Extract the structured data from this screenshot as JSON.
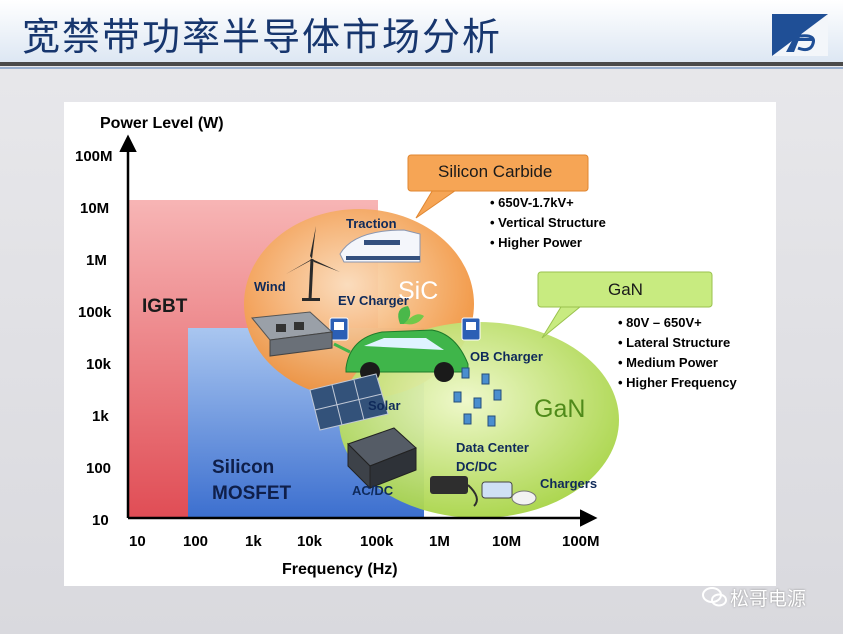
{
  "page_title": "宽禁带功率半导体市场分析",
  "y_axis": {
    "label": "Power Level (W)",
    "ticks": [
      "100M",
      "10M",
      "1M",
      "100k",
      "10k",
      "1k",
      "100",
      "10"
    ]
  },
  "x_axis": {
    "label": "Frequency (Hz)",
    "ticks": [
      "10",
      "100",
      "1k",
      "10k",
      "100k",
      "1M",
      "10M",
      "100M"
    ]
  },
  "regions": {
    "igbt": "IGBT",
    "mosfet_line1": "Silicon",
    "mosfet_line2": "MOSFET",
    "sic": "SiC",
    "gan": "GaN"
  },
  "callouts": {
    "sic": {
      "title": "Silicon Carbide",
      "bullets": [
        "650V-1.7kV+",
        "Vertical Structure",
        "Higher Power"
      ]
    },
    "gan": {
      "title": "GaN",
      "bullets": [
        "80V – 650V+",
        "Lateral Structure",
        "Medium Power",
        "Higher Frequency"
      ]
    }
  },
  "applications": {
    "traction": "Traction",
    "wind": "Wind",
    "ev_charger": "EV Charger",
    "ob_charger": "OB Charger",
    "solar": "Solar",
    "data_center": "Data Center",
    "dc_dc": "DC/DC",
    "ac_dc": "AC/DC",
    "chargers": "Chargers"
  },
  "watermark": "松哥电源",
  "colors": {
    "igbt": "#e86f73",
    "mosfet": "#4a7fd6",
    "sic": "#f19a45",
    "gan": "#b5dc58",
    "callout_sic": "#f6a555",
    "callout_gan": "#c8eb80",
    "title": "#17366e"
  }
}
